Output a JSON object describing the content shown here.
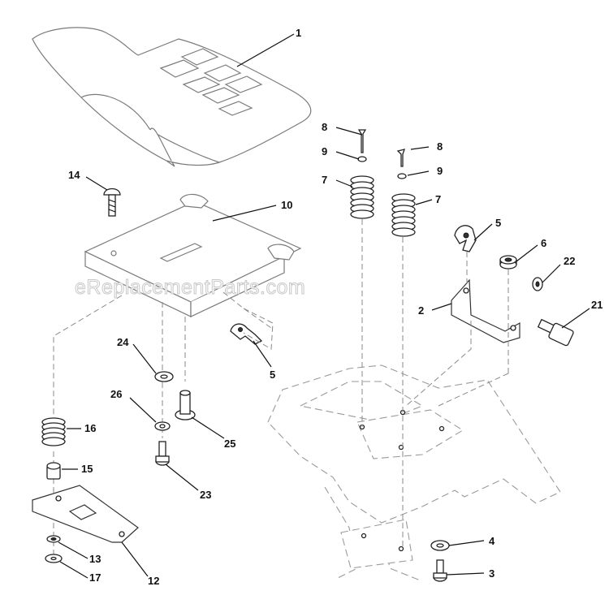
{
  "watermark": "eReplacementParts.com",
  "callouts": [
    {
      "id": "c1",
      "text": "1"
    },
    {
      "id": "c8a",
      "text": "8"
    },
    {
      "id": "c8b",
      "text": "8"
    },
    {
      "id": "c9a",
      "text": "9"
    },
    {
      "id": "c9b",
      "text": "9"
    },
    {
      "id": "c7a",
      "text": "7"
    },
    {
      "id": "c7b",
      "text": "7"
    },
    {
      "id": "c14",
      "text": "14"
    },
    {
      "id": "c10",
      "text": "10"
    },
    {
      "id": "c5a",
      "text": "5"
    },
    {
      "id": "c6",
      "text": "6"
    },
    {
      "id": "c22",
      "text": "22"
    },
    {
      "id": "c2",
      "text": "2"
    },
    {
      "id": "c21",
      "text": "21"
    },
    {
      "id": "c5b",
      "text": "5"
    },
    {
      "id": "c24",
      "text": "24"
    },
    {
      "id": "c26",
      "text": "26"
    },
    {
      "id": "c25",
      "text": "25"
    },
    {
      "id": "c16",
      "text": "16"
    },
    {
      "id": "c15",
      "text": "15"
    },
    {
      "id": "c23",
      "text": "23"
    },
    {
      "id": "c13",
      "text": "13"
    },
    {
      "id": "c17",
      "text": "17"
    },
    {
      "id": "c12",
      "text": "12"
    },
    {
      "id": "c4",
      "text": "4"
    },
    {
      "id": "c3",
      "text": "3"
    }
  ]
}
